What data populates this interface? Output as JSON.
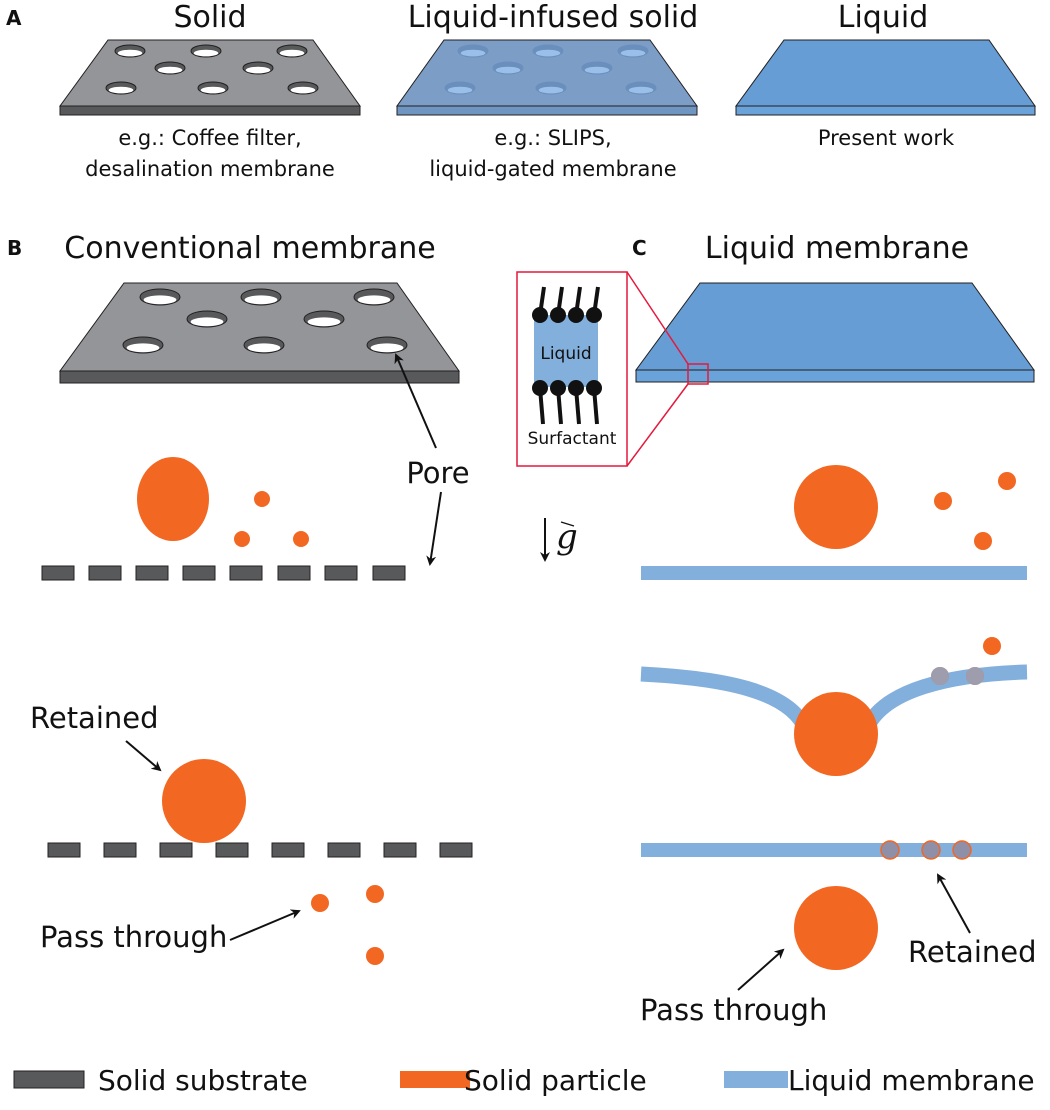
{
  "colors": {
    "solid_top": "#939598",
    "solid_side": "#58595b",
    "infused_top": "#7b9dc6",
    "infused_side": "#6f95c2",
    "infused_hole": "#9ac0ea",
    "liquid_top": "#659dd4",
    "liquid_side": "#6aa2da",
    "liquid_membrane": "#82afdc",
    "particle": "#f26722",
    "retained_particle": "#8f8fa8",
    "zoom_box": "#e4193c",
    "substrate": "#58595b"
  },
  "panelA": {
    "letter": "A",
    "items": [
      {
        "title": "Solid",
        "caption_line1": "e.g.: Coffee filter,",
        "caption_line2": "desalination membrane"
      },
      {
        "title": "Liquid-infused solid",
        "caption_line1": "e.g.: SLIPS,",
        "caption_line2": "liquid-gated membrane"
      },
      {
        "title": "Liquid",
        "caption_line1": "Present work",
        "caption_line2": ""
      }
    ]
  },
  "panelB": {
    "letter": "B",
    "title": "Conventional membrane",
    "pore_label": "Pore",
    "retained_label": "Retained",
    "pass_label": "Pass through"
  },
  "panelC": {
    "letter": "C",
    "title": "Liquid membrane",
    "inset_liquid_label": "Liquid",
    "inset_surfactant_label": "Surfactant",
    "retained_label": "Retained",
    "pass_label": "Pass through"
  },
  "gravity": {
    "symbol": "g"
  },
  "legend": [
    {
      "label": "Solid substrate",
      "color_key": "substrate"
    },
    {
      "label": "Solid particle",
      "color_key": "particle"
    },
    {
      "label": "Liquid membrane",
      "color_key": "liquid_membrane"
    }
  ]
}
